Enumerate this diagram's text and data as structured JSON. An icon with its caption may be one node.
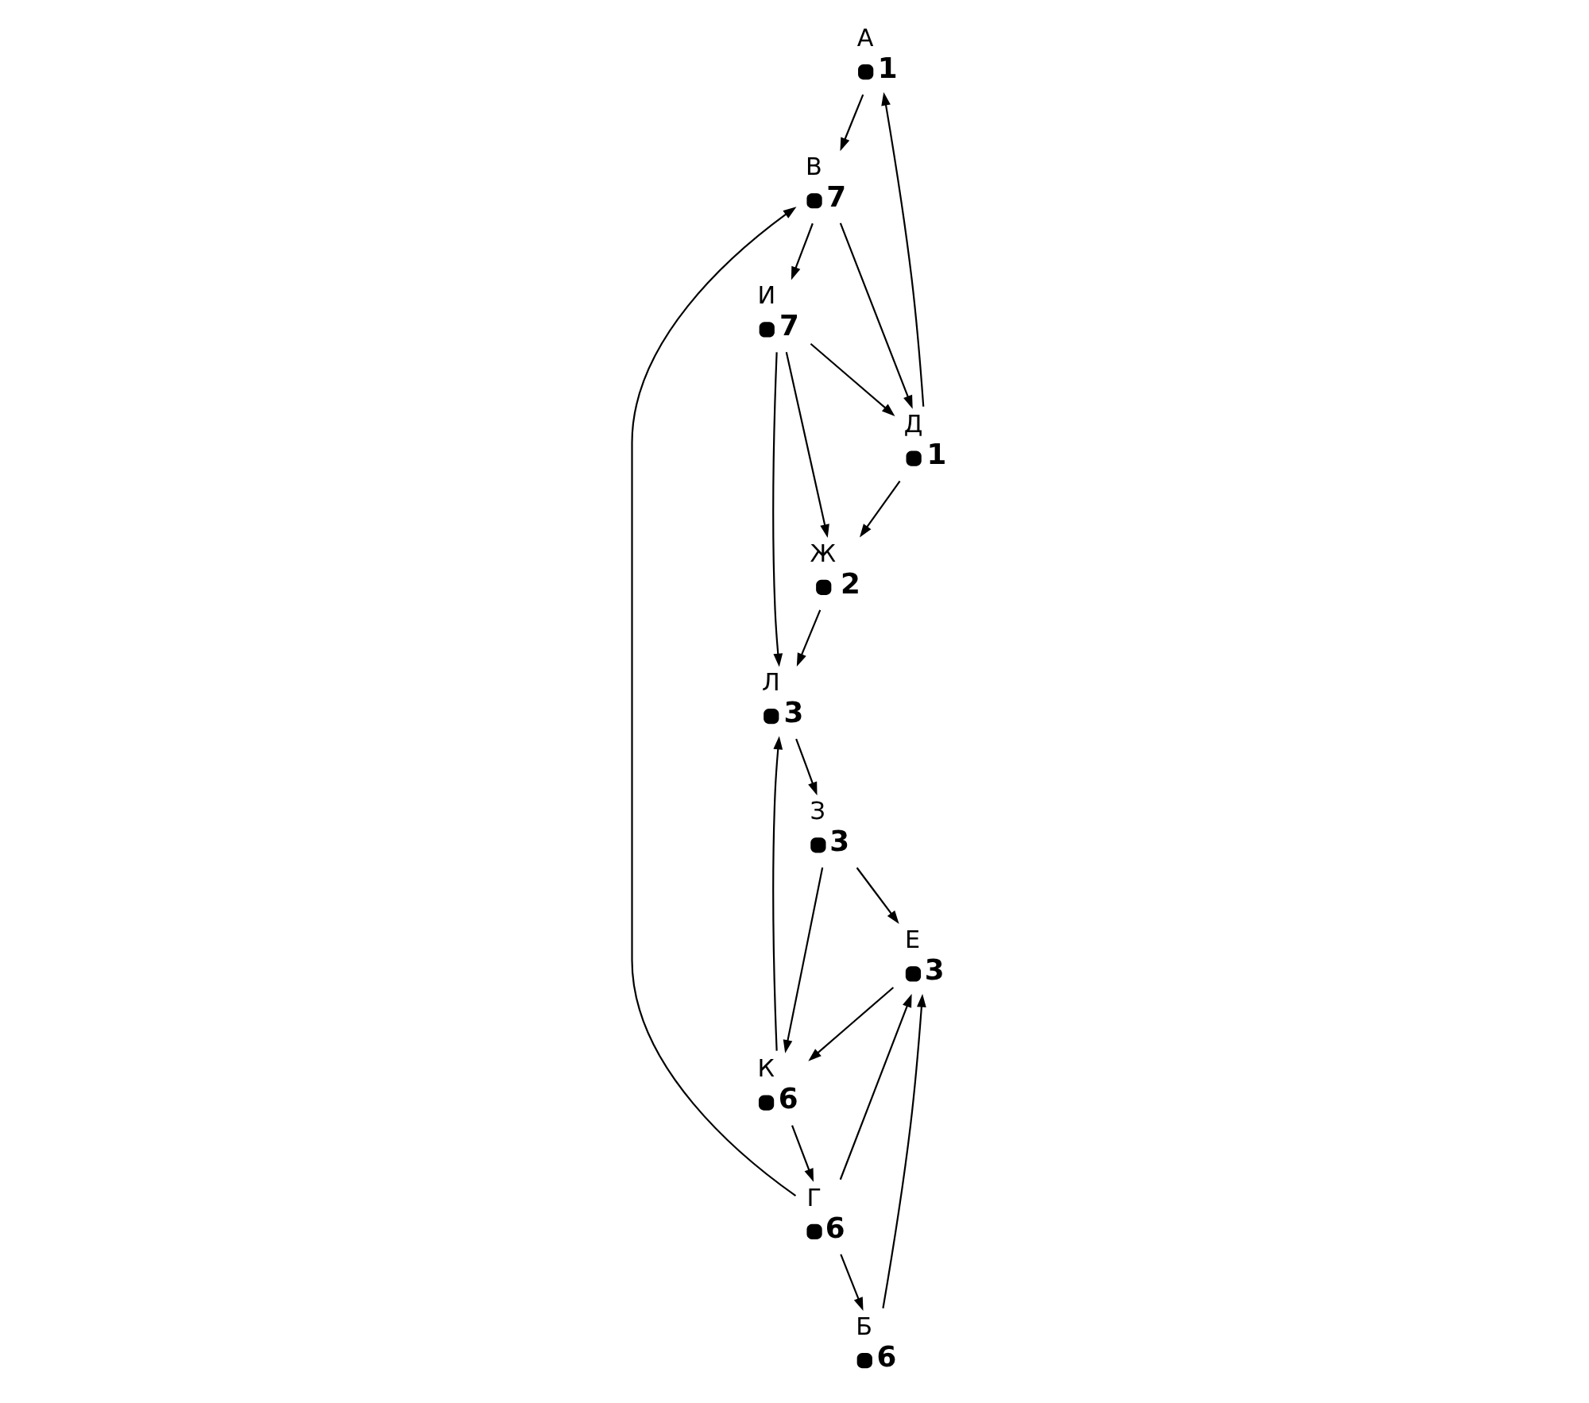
{
  "diagram": {
    "nodes": [
      {
        "text": [
          "А"
        ],
        "beside": [
          "1"
        ]
      },
      {
        "text": [
          "Б"
        ],
        "beside": [
          "6"
        ]
      },
      {
        "text": [
          "В"
        ],
        "beside": [
          "7"
        ]
      },
      {
        "text": [
          "Г"
        ],
        "beside": [
          "6"
        ]
      },
      {
        "text": [
          "Д"
        ],
        "beside": [
          "1"
        ]
      },
      {
        "text": [
          "Е"
        ],
        "beside": [
          "3"
        ]
      },
      {
        "text": [
          "И"
        ],
        "beside": [
          "7"
        ]
      },
      {
        "text": [
          "К"
        ],
        "beside": [
          "6"
        ]
      },
      {
        "text": [
          "Ж"
        ],
        "beside": [
          "2"
        ]
      },
      {
        "text": [
          "З"
        ],
        "beside": [
          "3"
        ]
      },
      {
        "text": [
          "Л"
        ],
        "beside": [
          "3"
        ]
      }
    ],
    "edges": [
      {
        "from": 0,
        "to": 2,
        "arrow": "to"
      },
      {
        "from": 4,
        "to": 0,
        "arrow": "to"
      },
      {
        "from": 2,
        "to": 4,
        "arrow": "to"
      },
      {
        "from": 2,
        "to": 6,
        "arrow": "to"
      },
      {
        "from": 3,
        "to": 2,
        "arrow": "to"
      },
      {
        "from": 3,
        "to": 1,
        "arrow": "to"
      },
      {
        "from": 1,
        "to": 5,
        "arrow": "to"
      },
      {
        "from": 3,
        "to": 5,
        "arrow": "to"
      },
      {
        "from": 5,
        "to": 7,
        "arrow": "to"
      },
      {
        "from": 7,
        "to": 3,
        "arrow": "to"
      },
      {
        "from": 9,
        "to": 7,
        "arrow": "to"
      },
      {
        "from": 9,
        "to": 5,
        "arrow": "to"
      },
      {
        "from": 6,
        "to": 4,
        "arrow": "to"
      },
      {
        "from": 6,
        "to": 8,
        "arrow": "to"
      },
      {
        "from": 4,
        "to": 8,
        "arrow": "to"
      },
      {
        "from": 6,
        "to": 10,
        "arrow": "to"
      },
      {
        "from": 7,
        "to": 10,
        "arrow": "to"
      },
      {
        "from": 8,
        "to": 10,
        "arrow": "to"
      },
      {
        "from": 10,
        "to": 9,
        "arrow": "to"
      }
    ]
  }
}
